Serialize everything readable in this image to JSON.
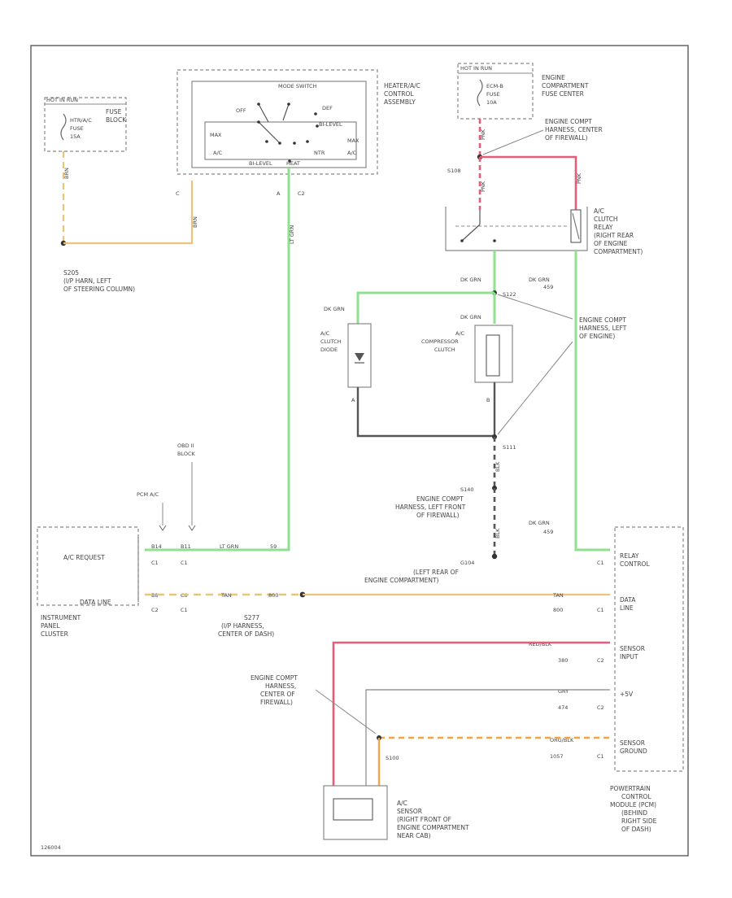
{
  "diagram": {
    "fuse_block_left": {
      "hot_label": "HOT IN RUN",
      "fuse_lines": [
        "HTR/A/C",
        "FUSE",
        "15A"
      ],
      "title": [
        "FUSE",
        "BLOCK"
      ],
      "wire": "BRN"
    },
    "control_assembly": {
      "title": [
        "HEATER/A/C",
        "CONTROL",
        "ASSEMBLY"
      ],
      "mode_switch": "MODE SWITCH",
      "positions": [
        "OFF",
        "DEF",
        "BI-LEVEL",
        "MAX",
        "A/C",
        "NTR",
        "MAX",
        "A/C",
        "BI-LEVEL",
        "HEAT"
      ],
      "pin_c": "C",
      "pin_a": "A",
      "conn_c2": "C2",
      "wire_left": "BRN",
      "wire_right": "LT GRN"
    },
    "splice_s205": [
      "S205",
      "(I/P HARN, LEFT",
      "OF STEERING COLUMN)"
    ],
    "engine_fuse_center": {
      "hot_label": "HOT IN RUN",
      "fuse_lines": [
        "ECM-B",
        "FUSE",
        "10A"
      ],
      "title": [
        "ENGINE",
        "COMPARTMENT",
        "FUSE CENTER"
      ],
      "wire": "PNK"
    },
    "splice_s108": [
      "ENGINE COMPT",
      "HARNESS, CENTER",
      "OF FIREWALL)"
    ],
    "s108_id": "S108",
    "relay": {
      "title": [
        "A/C",
        "CLUTCH",
        "RELAY",
        "(RIGHT REAR",
        "OF ENGINE",
        "COMPARTMENT)"
      ],
      "wire_pnk": "PNK"
    },
    "dk_grn_1": "DK GRN",
    "dk_grn_2": "DK GRN",
    "dk_grn_3": "DK GRN",
    "dk_grn_4": "DK GRN",
    "dk_grn_5": "DK GRN",
    "circ_459": "459",
    "circ_459b": "459",
    "circ_59": "59",
    "s122": "S122",
    "engine_compt_left": [
      "ENGINE COMPT",
      "HARNESS, LEFT",
      "OF ENGINE)"
    ],
    "clutch_diode": [
      "A/C",
      "CLUTCH",
      "DIODE"
    ],
    "compressor_clutch": [
      "A/C",
      "COMPRESSOR",
      "CLUTCH"
    ],
    "pin_a_clutch": "A",
    "pin_b_clutch": "B",
    "s111": "S111",
    "blk_label": "BLK",
    "s140": "S140",
    "engine_compt_left_front": [
      "ENGINE COMPT",
      "HARNESS, LEFT FRONT",
      "OF FIREWALL)"
    ],
    "g104": "G104",
    "g104_loc": [
      "(LEFT REAR OF",
      "ENGINE COMPARTMENT)"
    ],
    "obd_label": [
      "OBD II",
      "BLOCK"
    ],
    "pcm_ac": "PCM A/C",
    "ipc": {
      "ac_request": "A/C REQUEST",
      "data_line": "DATA LINE",
      "title": [
        "INSTRUMENT",
        "PANEL",
        "CLUSTER"
      ],
      "pins_top": [
        "B14",
        "B11"
      ],
      "conns_top": [
        "C1",
        "C1"
      ],
      "pins_bot": [
        "B8",
        "C8"
      ],
      "conns_bot": [
        "C2",
        "C1"
      ],
      "wire_ltgrn": "LT GRN",
      "circ_59": "59",
      "wire_tan": "TAN",
      "circ_800": "800"
    },
    "s277": [
      "S277",
      "(I/P HARNESS,",
      "CENTER OF DASH)"
    ],
    "pcm": {
      "relay_control": [
        "RELAY",
        "CONTROL"
      ],
      "data_line": [
        "DATA",
        "LINE"
      ],
      "sensor_input": [
        "SENSOR",
        "INPUT"
      ],
      "v5": "+5V",
      "sensor_ground": [
        "SENSOR",
        "GROUND"
      ],
      "title": [
        "POWERTRAIN",
        "CONTROL",
        "MODULE (PCM)",
        "(BEHIND",
        "RIGHT SIDE",
        "OF DASH)"
      ],
      "pins": [
        "C1",
        "C1",
        "C2",
        "C2",
        "C1"
      ],
      "tan_label": "TAN",
      "circ_800": "800",
      "red_blk": "RED/BLK",
      "circ_380": "380",
      "gry": "GRY",
      "circ_474": "474",
      "org_blk": "ORG/BLK",
      "circ_1057": "1057"
    },
    "splice_s100": [
      "ENGINE COMPT",
      "HARNESS,",
      "CENTER OF",
      "FIREWALL)"
    ],
    "s100_id": "S100",
    "sensor": [
      "A/C",
      "SENSOR",
      "(RIGHT FRONT OF",
      "ENGINE COMPARTMENT",
      "NEAR CAB)"
    ],
    "footer_id": "126004"
  }
}
